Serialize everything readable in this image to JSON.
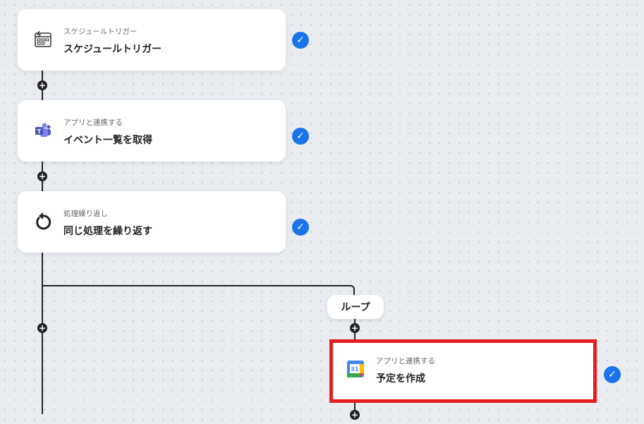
{
  "steps": [
    {
      "subtitle": "スケジュールトリガー",
      "title": "スケジュールトリガー",
      "icon": "calendar-trigger-icon"
    },
    {
      "subtitle": "アプリと連携する",
      "title": "イベント一覧を取得",
      "icon": "teams-icon"
    },
    {
      "subtitle": "処理繰り返し",
      "title": "同じ処理を繰り返す",
      "icon": "loop-icon"
    }
  ],
  "loop_label": "ループ",
  "loop_step": {
    "subtitle": "アプリと連携する",
    "title": "予定を作成",
    "icon": "google-calendar-icon",
    "calendar_number": "31"
  },
  "colors": {
    "accent": "#1a73e8",
    "highlight": "#e41e1e"
  }
}
